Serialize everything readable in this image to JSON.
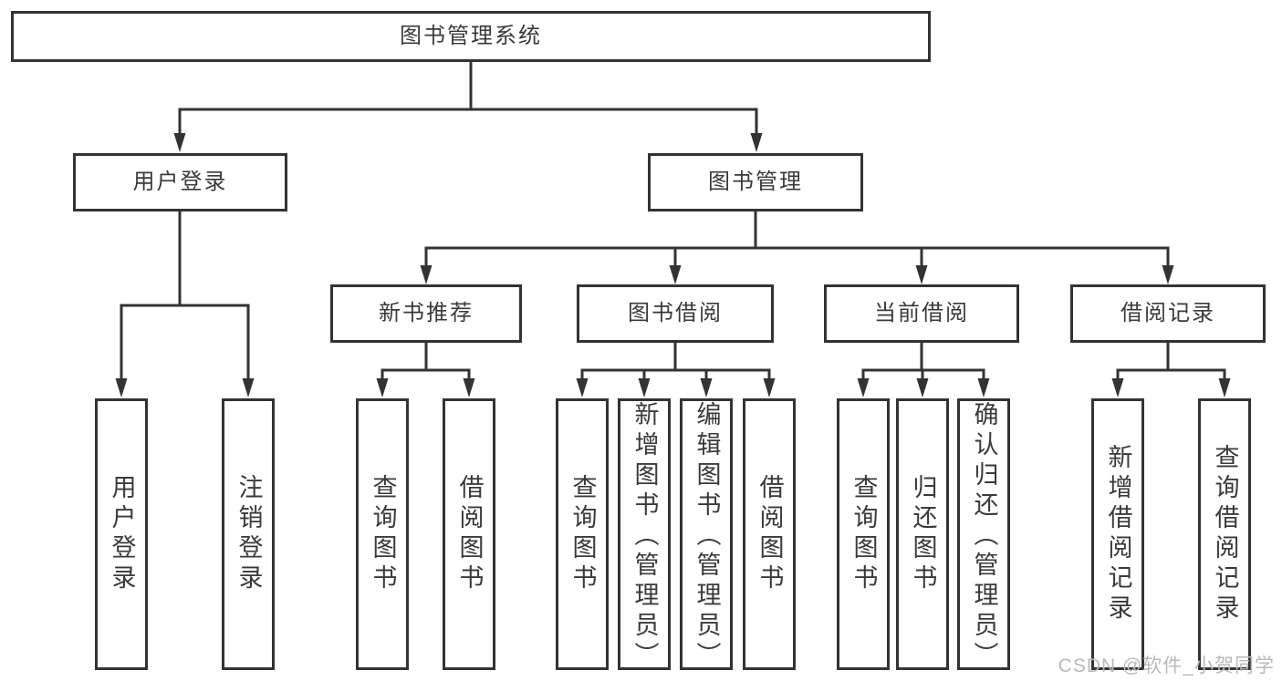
{
  "colors": {
    "line": "#333333",
    "box_border": "#333333",
    "text": "#3a3a3a",
    "background": "#ffffff",
    "watermark_text_color": "#b9b9b9"
  },
  "watermark": "CSDN @软件_小贺同学",
  "diagram": {
    "title": "图书管理系统",
    "branches": [
      {
        "label": "用户登录",
        "children": [
          {
            "label": "用户登录"
          },
          {
            "label": "注销登录"
          }
        ]
      },
      {
        "label": "图书管理",
        "children": [
          {
            "label": "新书推荐",
            "children": [
              {
                "label": "查询图书"
              },
              {
                "label": "借阅图书"
              }
            ]
          },
          {
            "label": "图书借阅",
            "children": [
              {
                "label": "查询图书"
              },
              {
                "label": "新增图书（管理员）"
              },
              {
                "label": "编辑图书（管理员）"
              },
              {
                "label": "借阅图书"
              }
            ]
          },
          {
            "label": "当前借阅",
            "children": [
              {
                "label": "查询图书"
              },
              {
                "label": "归还图书"
              },
              {
                "label": "确认归还（管理员）"
              }
            ]
          },
          {
            "label": "借阅记录",
            "children": [
              {
                "label": "新增借阅记录"
              },
              {
                "label": "查询借阅记录"
              }
            ]
          }
        ]
      }
    ]
  }
}
